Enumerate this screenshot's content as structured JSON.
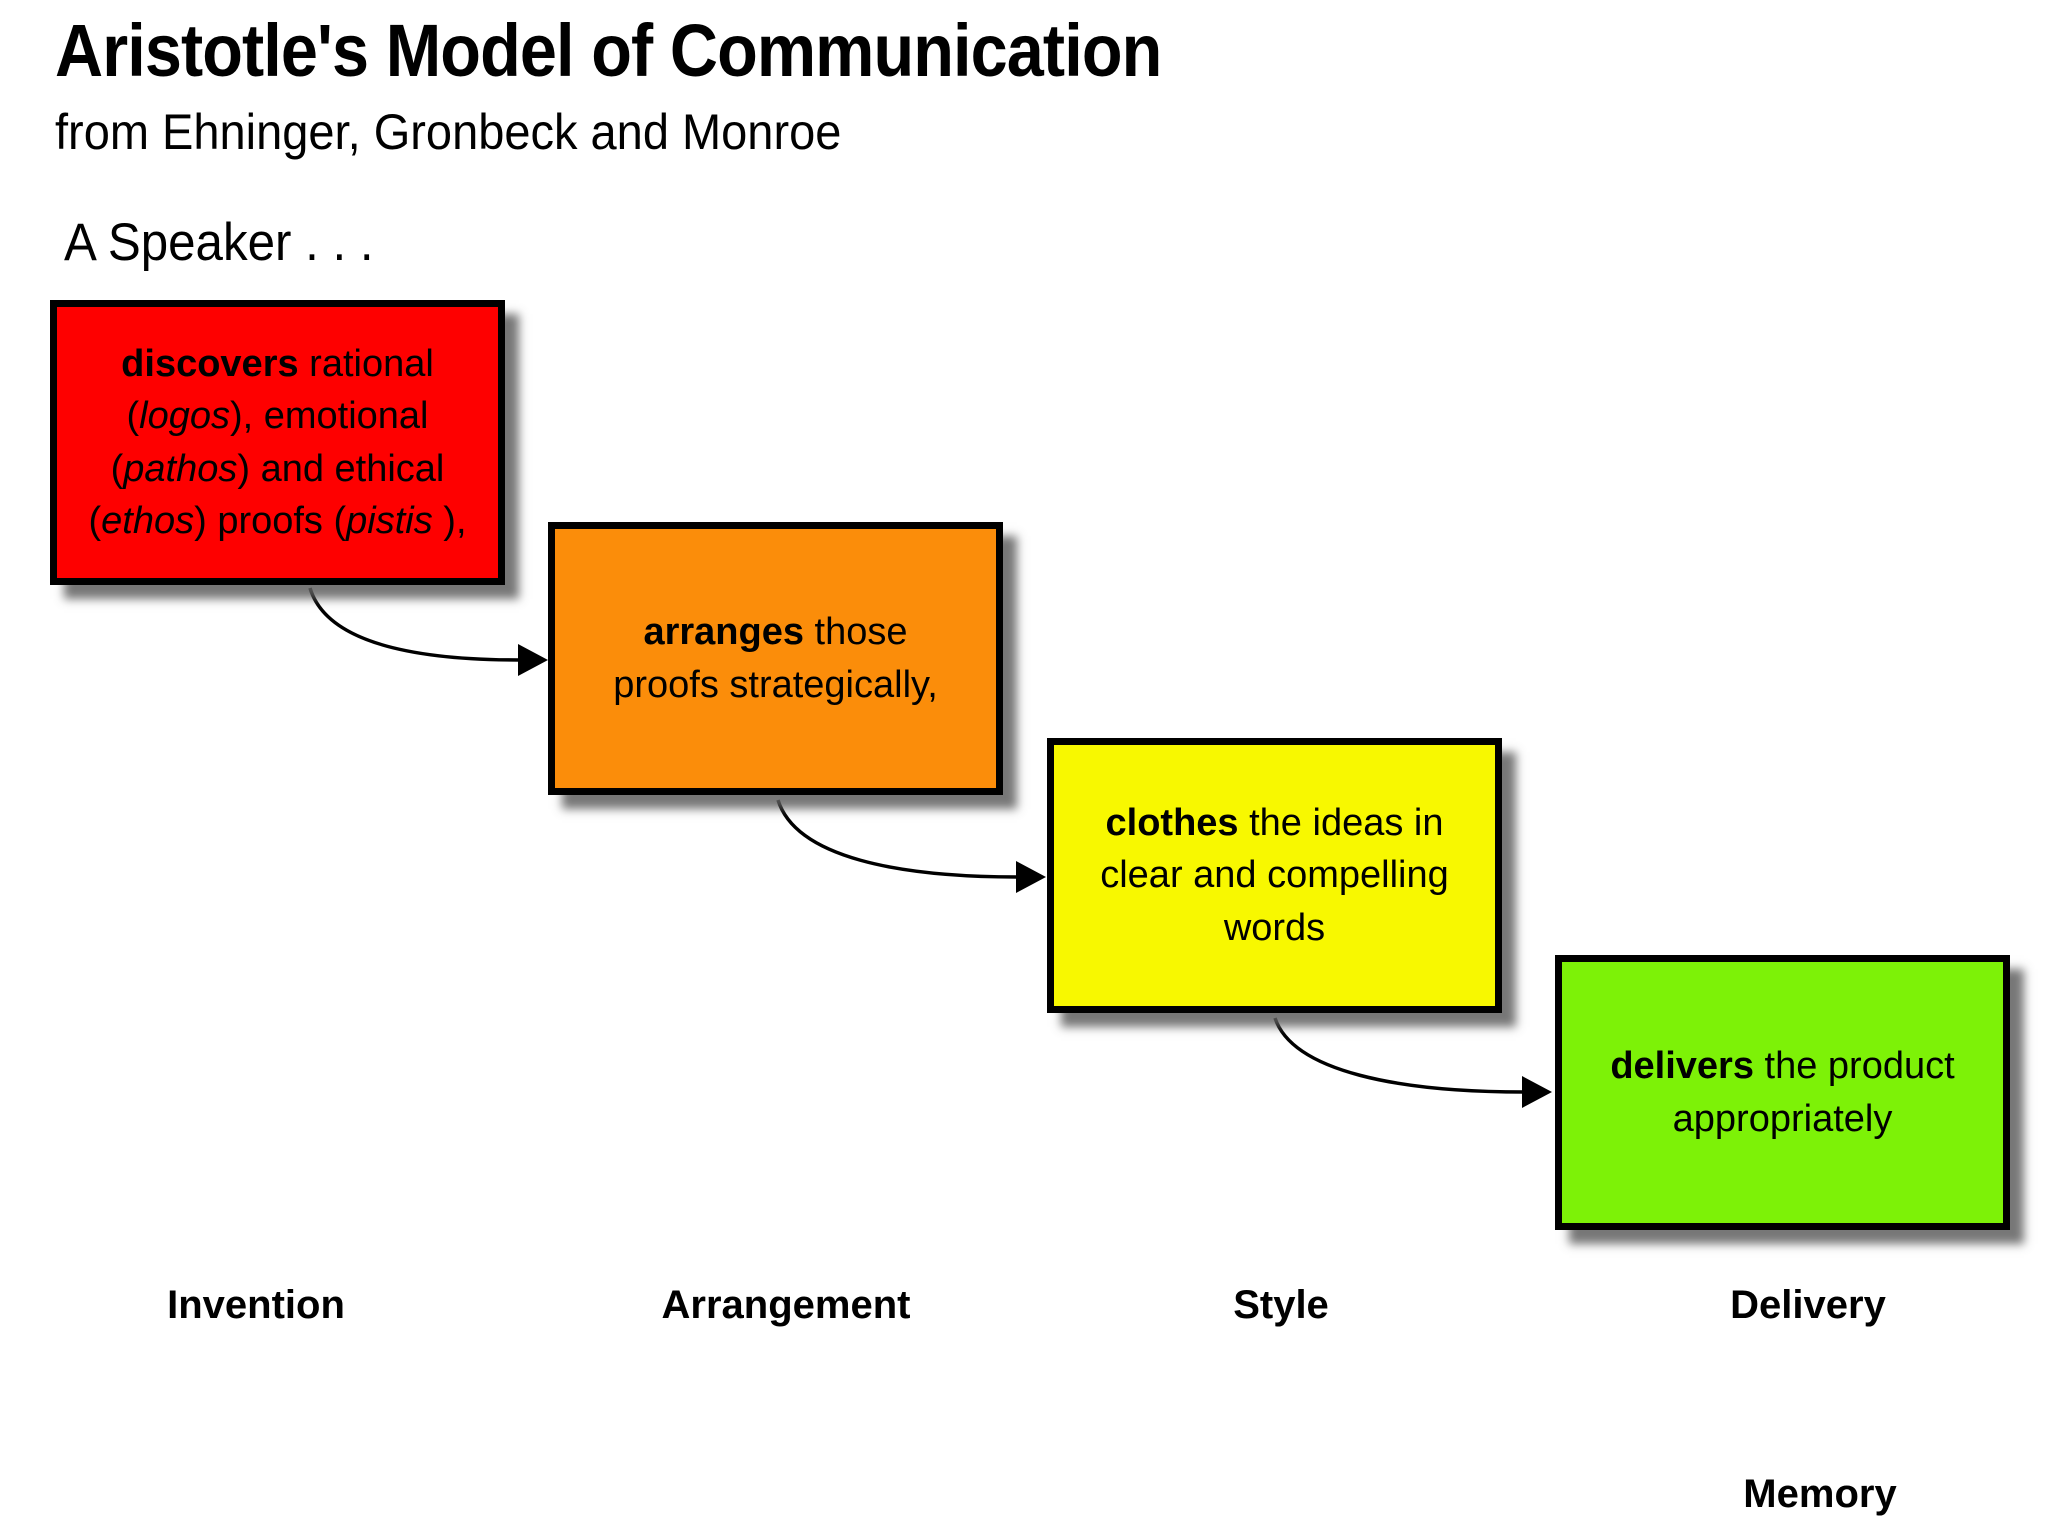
{
  "title": "Aristotle's Model of Communication",
  "subtitle": "from Ehninger, Gronbeck and Monroe",
  "speaker_heading": "A Speaker . . .",
  "memory_label": "Memory",
  "colors": {
    "invention": "#fe0000",
    "arrangement": "#fb8d0a",
    "style": "#f8f800",
    "delivery": "#7df207",
    "border": "#000000",
    "arrow": "#000000"
  },
  "stages": [
    {
      "name": "Invention",
      "color": "#fe0000",
      "lines": [
        [
          {
            "t": "discovers",
            "b": 1
          },
          {
            "t": " rational"
          }
        ],
        [
          {
            "t": "("
          },
          {
            "t": "logos",
            "i": 1
          },
          {
            "t": "), emotional"
          }
        ],
        [
          {
            "t": "("
          },
          {
            "t": "pathos",
            "i": 1
          },
          {
            "t": ") and ethical"
          }
        ],
        [
          {
            "t": "("
          },
          {
            "t": "ethos",
            "i": 1
          },
          {
            "t": ") proofs ("
          },
          {
            "t": "pistis",
            "i": 1
          },
          {
            "t": " ),"
          }
        ]
      ]
    },
    {
      "name": "Arrangement",
      "color": "#fb8d0a",
      "lines": [
        [
          {
            "t": "arranges",
            "b": 1
          },
          {
            "t": " those"
          }
        ],
        [
          {
            "t": "proofs strategically,"
          }
        ]
      ]
    },
    {
      "name": "Style",
      "color": "#f8f800",
      "lines": [
        [
          {
            "t": "clothes",
            "b": 1
          },
          {
            "t": " the ideas in"
          }
        ],
        [
          {
            "t": "clear and compelling"
          }
        ],
        [
          {
            "t": "words"
          }
        ]
      ]
    },
    {
      "name": "Delivery",
      "color": "#7df207",
      "lines": [
        [
          {
            "t": "delivers",
            "b": 1
          },
          {
            "t": " the product"
          }
        ],
        [
          {
            "t": "appropriately"
          }
        ]
      ]
    }
  ]
}
